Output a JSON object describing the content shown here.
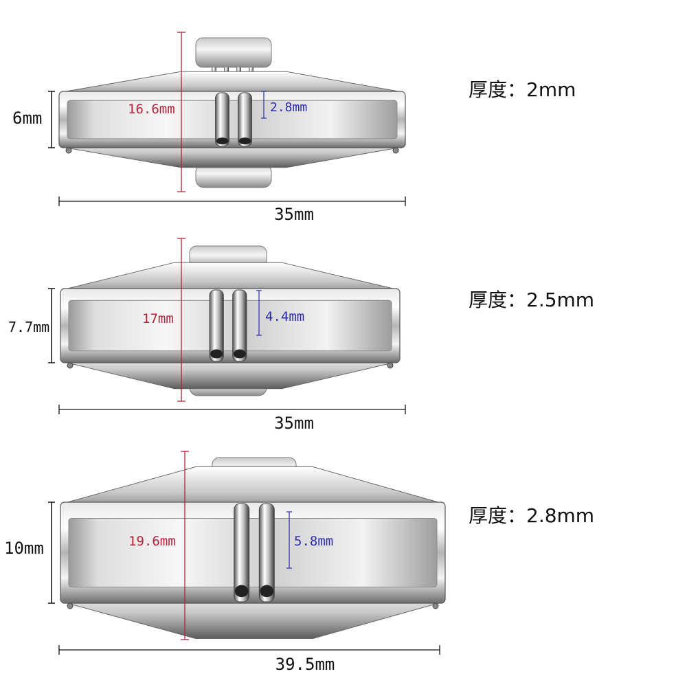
{
  "colors": {
    "red": "#b0233a",
    "blue": "#2c2ca8",
    "dim": "#111111",
    "steel_light": "#f2f2f2",
    "steel_mid": "#bfbfbf",
    "steel_dark": "#4a4a4a"
  },
  "clasps": [
    {
      "height_label": "6mm",
      "length_label": "16.6mm",
      "gap_label": "2.8mm",
      "width_label": "35mm",
      "thickness_label": "厚度：2mm"
    },
    {
      "height_label": "7.7mm",
      "length_label": "17mm",
      "gap_label": "4.4mm",
      "width_label": "35mm",
      "thickness_label": "厚度：2.5mm"
    },
    {
      "height_label": "10mm",
      "length_label": "19.6mm",
      "gap_label": "5.8mm",
      "width_label": "39.5mm",
      "thickness_label": "厚度：2.8mm"
    }
  ]
}
